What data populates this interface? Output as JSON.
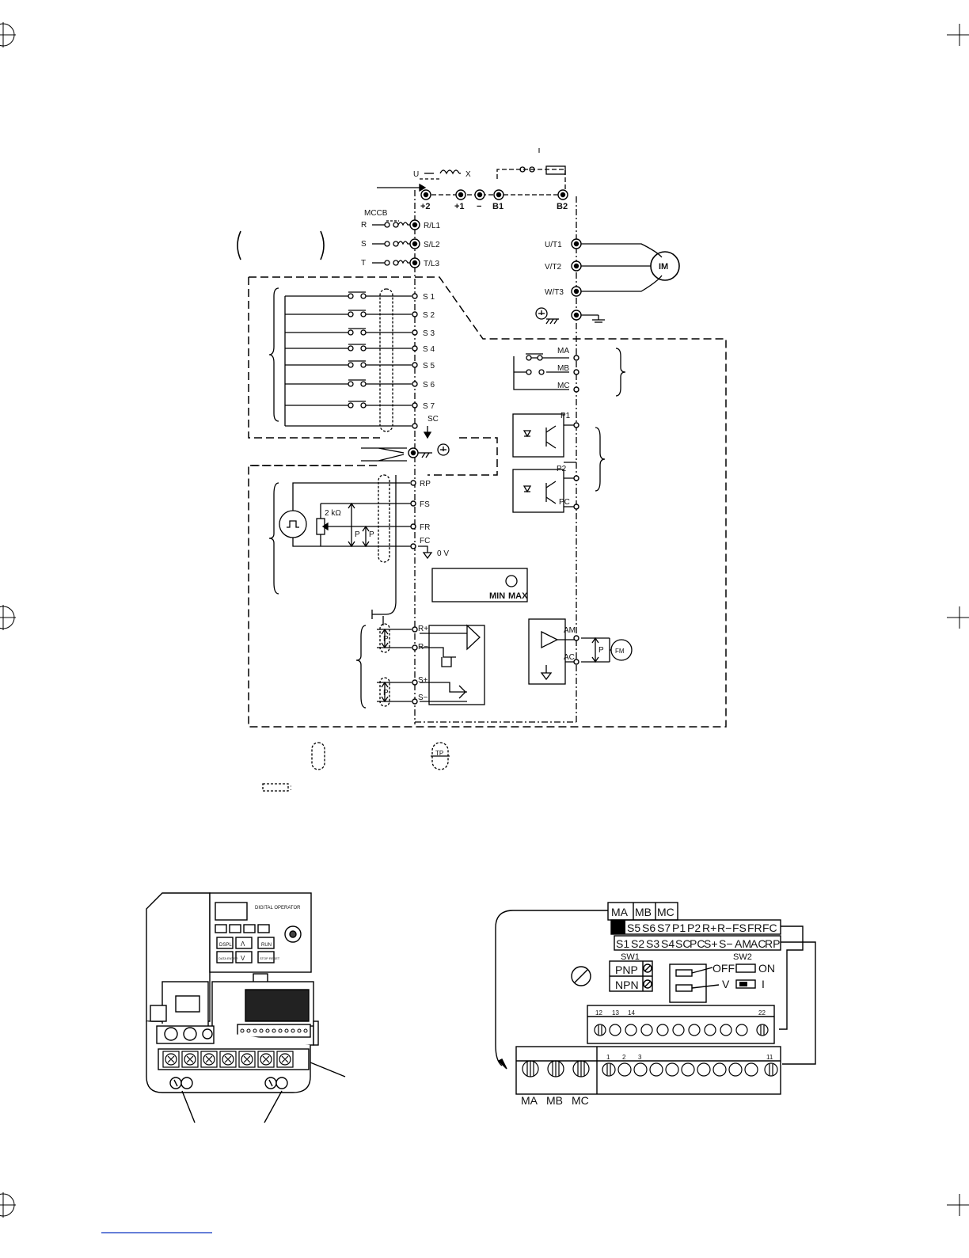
{
  "main_diagram": {
    "power_terminals_top": [
      "+2",
      "+1",
      "−",
      "B1",
      "B2"
    ],
    "reactor_labels": [
      "U",
      "X"
    ],
    "mccb_label": "MCCB",
    "supply_phases": [
      "R",
      "S",
      "T"
    ],
    "input_terminals": [
      "R/L1",
      "S/L2",
      "T/L3"
    ],
    "output_terminals": [
      "U/T1",
      "V/T2",
      "W/T3"
    ],
    "motor_label": "IM",
    "digital_inputs": [
      "S 1",
      "S 2",
      "S 3",
      "S 4",
      "S 5",
      "S 6",
      "S 7"
    ],
    "sequence_common": "SC",
    "relay_outputs": [
      "MA",
      "MB",
      "MC"
    ],
    "photocoupler_outputs": [
      "P1",
      "P2",
      "PC"
    ],
    "analog_inputs": [
      "RP",
      "FS",
      "FR",
      "FC"
    ],
    "resistor_value": "2 kΩ",
    "shield_mark": "P",
    "zero_volt": "0 V",
    "pot_min": "MIN",
    "pot_max": "MAX",
    "comm_terminals": [
      "R+",
      "R−",
      "S+",
      "S−"
    ],
    "monitor_terminals": [
      "AM",
      "AC"
    ],
    "meter_label": "FM",
    "legend_tp": "TP"
  },
  "terminal_block": {
    "top_row": [
      "MA",
      "MB",
      "MC"
    ],
    "row2": [
      "",
      "S5",
      "S6",
      "S7",
      "P1",
      "P2",
      "R+",
      "R−",
      "FS",
      "FR",
      "FC"
    ],
    "row3": [
      "S1",
      "S2",
      "S3",
      "S4",
      "SC",
      "PC",
      "S+",
      "S−",
      "AM",
      "AC",
      "RP"
    ],
    "sw1_label": "SW1",
    "sw1_options": [
      "PNP",
      "NPN"
    ],
    "sw2_label": "SW2",
    "sw2_off": "OFF",
    "sw2_on": "ON",
    "sw2_v": "V",
    "sw2_i": "I",
    "upper_numbers": [
      "12",
      "13",
      "14",
      "22"
    ],
    "lower_numbers": [
      "1",
      "2",
      "3",
      "11"
    ],
    "bottom_labels": [
      "MA",
      "MB",
      "MC"
    ]
  },
  "inverter_photo": {
    "operator_title": "DIGITAL OPERATOR",
    "keys": [
      "DSPL",
      "Λ",
      "RUN",
      "DATA ENTER",
      "V",
      "STOP RESET"
    ]
  }
}
